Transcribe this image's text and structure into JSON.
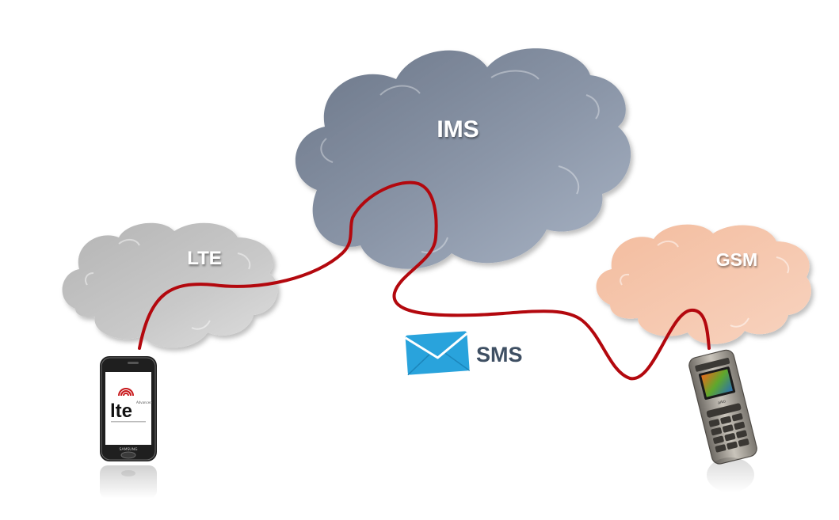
{
  "networks": {
    "ims": {
      "label": "IMS"
    },
    "lte": {
      "label": "LTE"
    },
    "gsm": {
      "label": "GSM"
    }
  },
  "message": {
    "label": "SMS",
    "icon": "envelope-icon"
  },
  "devices": {
    "smartphone": {
      "screen_logo": "lte",
      "screen_logo_tm": "Advanced",
      "brand": "SAMSUNG"
    },
    "feature_phone": {
      "brand": "aiko"
    }
  },
  "colors": {
    "ims_cloud": "#8893a3",
    "lte_cloud": "#c4c4c4",
    "gsm_cloud": "#f4c5aa",
    "route_line": "#b3080e",
    "envelope": "#29a3dc",
    "sms_text": "#3e4f63"
  }
}
